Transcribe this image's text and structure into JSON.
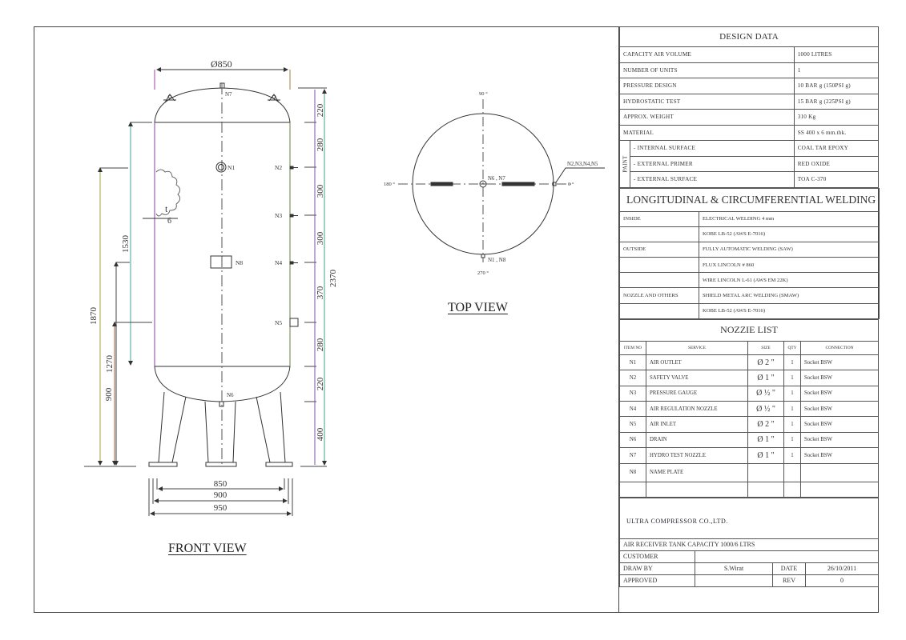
{
  "front_view": {
    "title": "FRONT VIEW",
    "diameter_label": "Ø850",
    "nozzle_labels": [
      "N1",
      "N2",
      "N3",
      "N4",
      "N5",
      "N6",
      "N7",
      "N8"
    ],
    "right_dims": [
      "220",
      "280",
      "300",
      "300",
      "370",
      "280",
      "220",
      "400"
    ],
    "overall_height": "2370",
    "left_dims": [
      "1870",
      "1530",
      "1270",
      "900"
    ],
    "bottom_dims": [
      "850",
      "900",
      "950"
    ],
    "thickness_label_t": "t",
    "thickness_value": "6"
  },
  "top_view": {
    "title": "TOP VIEW",
    "angles": {
      "top": "90 °",
      "left": "180 °",
      "right": "0 °",
      "bottom": "270 °"
    },
    "center_label": "N6 , N7",
    "right_callout": "N2,N3,N4,N5",
    "bottom_label": "N1 , N8"
  },
  "design_data": {
    "title": "DESIGN DATA",
    "rows": [
      {
        "label": "CAPACITY AIR VOLUME",
        "value": "1000 LITRES"
      },
      {
        "label": "NUMBER OF UNITS",
        "value": "1"
      },
      {
        "label": "PRESSURE DESIGN",
        "value": "10  BAR g  (150PSI g)"
      },
      {
        "label": "HYDROSTATIC TEST",
        "value": "15  BAR g  (225PSI g)"
      },
      {
        "label": "APPROX. WEIGHT",
        "value": "310  Kg"
      },
      {
        "label": "MATERIAL",
        "value": "SS 400 x 6  mm.thk."
      }
    ],
    "paint_label": "PAINT",
    "paint_rows": [
      {
        "label": "- INTERNAL  SURFACE",
        "value": "COAL TAR EPOXY"
      },
      {
        "label": "- EXTERNAL  PRIMER",
        "value": "RED  OXIDE"
      },
      {
        "label": "- EXTERNAL  SURFACE",
        "value": "TOA C-370"
      }
    ]
  },
  "welding": {
    "title": "LONGITUDINAL & CIRCUMFERENTIAL WELDING",
    "rows": [
      {
        "label": "INSIDE",
        "value": "ELECTRICAL WELDING 4 mm"
      },
      {
        "label": "",
        "value": "KOBE LB-52 (AWS E-7016)"
      },
      {
        "label": "OUTSIDE",
        "value": "FULLY AUTOMATIC WELDING (SAW)"
      },
      {
        "label": "",
        "value": "FLUX LINCOLN # 860"
      },
      {
        "label": "",
        "value": "WIRE LINCOLN L-61 (AWS EM 22K)"
      },
      {
        "label": "NOZZLE AND OTHERS",
        "value": "SHIELD METAL ARC WELDING (SMAW)"
      },
      {
        "label": "",
        "value": "KOBE LB-52 (AWS E-7016)"
      }
    ]
  },
  "nozzle_list": {
    "title": "NOZZIE  LIST",
    "headers": [
      "ITEM NO",
      "SERVICE",
      "SIZE",
      "QTY",
      "CONNECTION"
    ],
    "rows": [
      {
        "item": "N1",
        "service": "AIR OUTLET",
        "size": "Ø 2 \"",
        "qty": "1",
        "connection": "Socket  BSW"
      },
      {
        "item": "N2",
        "service": "SAFETY  VALVE",
        "size": "Ø 1 \"",
        "qty": "1",
        "connection": "Socket  BSW"
      },
      {
        "item": "N3",
        "service": "PRESSURE  GAUGE",
        "size": "Ø ½ \"",
        "qty": "1",
        "connection": "Socket  BSW"
      },
      {
        "item": "N4",
        "service": "AIR  REGULATION NOZZLE",
        "size": "Ø ½ \"",
        "qty": "1",
        "connection": "Socket  BSW"
      },
      {
        "item": "N5",
        "service": "AIR INLET",
        "size": "Ø 2 \"",
        "qty": "1",
        "connection": "Socket  BSW"
      },
      {
        "item": "N6",
        "service": "DRAIN",
        "size": "Ø 1 \"",
        "qty": "1",
        "connection": "Socket  BSW"
      },
      {
        "item": "N7",
        "service": "HYDRO TEST NOZZLE",
        "size": "Ø 1 \"",
        "qty": "1",
        "connection": "Socket  BSW"
      },
      {
        "item": "N8",
        "service": "NAME  PLATE",
        "size": "",
        "qty": "",
        "connection": ""
      },
      {
        "item": "",
        "service": "",
        "size": "",
        "qty": "",
        "connection": ""
      }
    ]
  },
  "title_block": {
    "company": "ULTRA COMPRESSOR CO.,LTD.",
    "drawing_title": "AIR RECEIVER TANK CAPACITY 1000/6  LTRS",
    "customer_label": "CUSTOMER",
    "customer_value": "",
    "draw_by_label": "DRAW BY",
    "draw_by_value": "S.Wirat",
    "date_label": "DATE",
    "date_value": "26/10/2011",
    "approved_label": "APPROVED",
    "approved_value": "",
    "rev_label": "REV",
    "rev_value": "0"
  }
}
